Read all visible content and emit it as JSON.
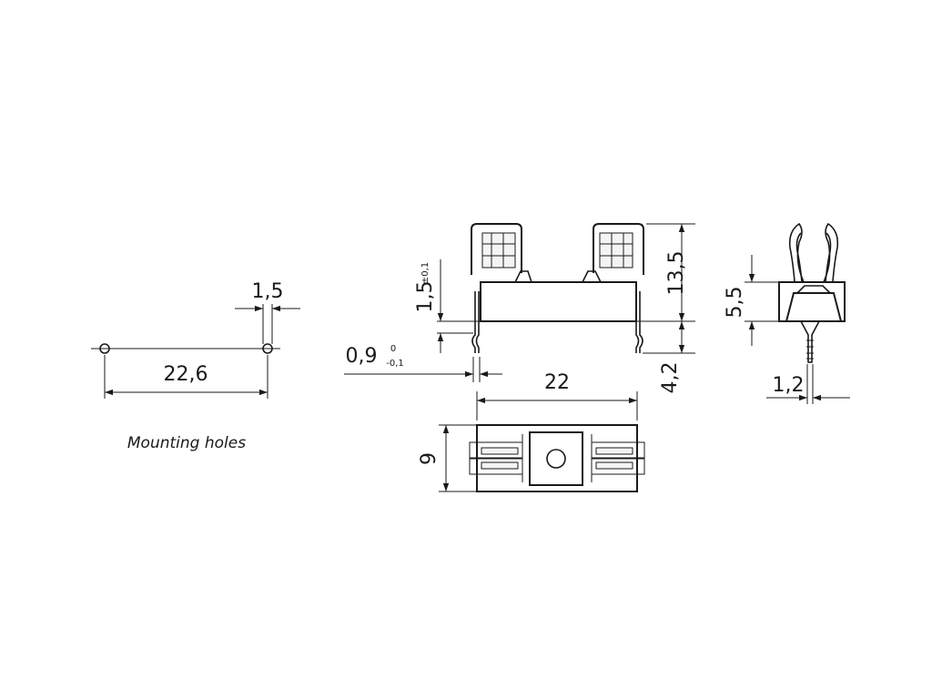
{
  "caption": "Mounting holes",
  "dimensions": {
    "hole_diameter": "1,5",
    "hole_spacing": "22,6",
    "clip_height": "1,5",
    "clip_height_tol": "±0,1",
    "pin_thickness": "0,9",
    "pin_thickness_tol_upper": "0",
    "pin_thickness_tol_lower": "-0,1",
    "total_height": "13,5",
    "pin_length": "4,2",
    "body_length": "22",
    "body_width": "9",
    "side_height": "5,5",
    "side_pin_width": "1,2"
  }
}
